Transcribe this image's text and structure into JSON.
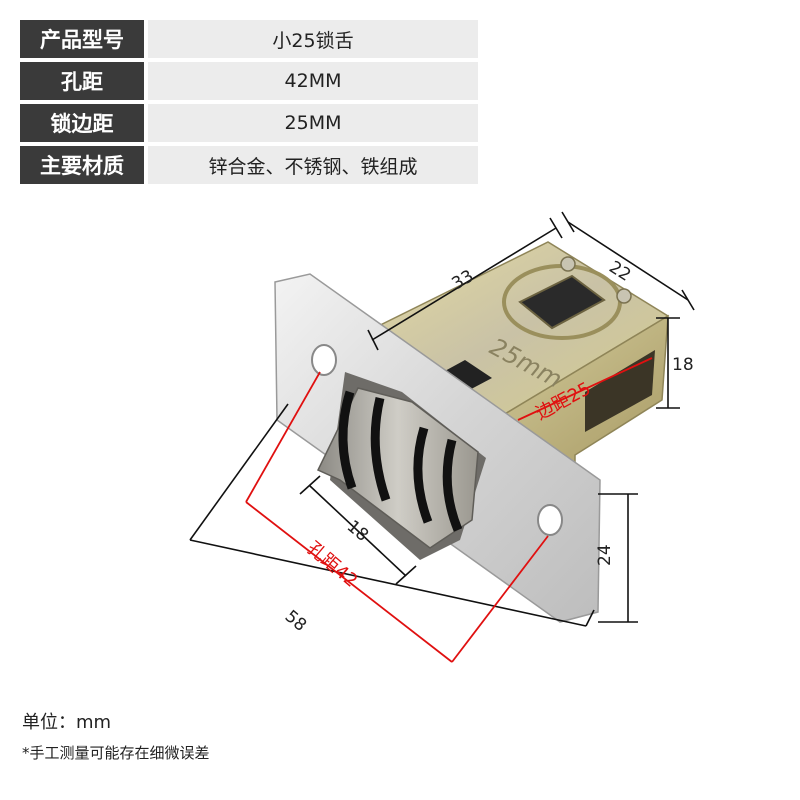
{
  "specs": [
    {
      "label": "产品型号",
      "value": "小25锁舌"
    },
    {
      "label": "孔距",
      "value": "42MM"
    },
    {
      "label": "锁边距",
      "value": "25MM"
    },
    {
      "label": "主要材质",
      "value": "锌合金、不锈钢、铁组成"
    }
  ],
  "dimensions": {
    "body_length": "33",
    "body_width": "22",
    "body_height": "18",
    "plate_length": "58",
    "plate_width": "24",
    "latch_width": "18",
    "backset": "边距25",
    "hole_spacing": "孔距42"
  },
  "stamp_text": "25mm",
  "footer": {
    "unit_note": "单位：mm",
    "disclaimer": "*手工测量可能存在细微误差"
  },
  "colors": {
    "label_bg": "#3a3a3a",
    "value_bg": "#ececec",
    "dimension_red": "#e01010"
  }
}
